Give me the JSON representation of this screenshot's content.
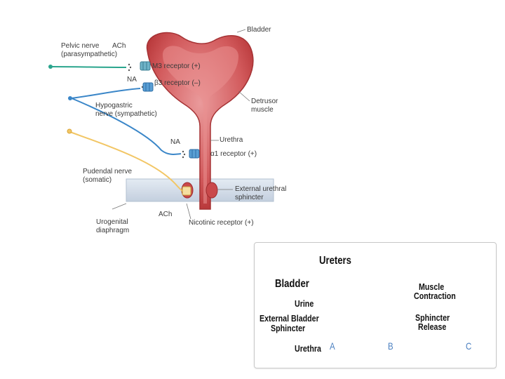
{
  "top_figure": {
    "labels": {
      "bladder": "Bladder",
      "pelvic_nerve": "Pelvic nerve",
      "parasympathetic": "(parasympathetic)",
      "ach_top": "ACh",
      "m3_receptor": "M3 receptor (+)",
      "na_top": "NA",
      "beta3_receptor": "β3 receptor (–)",
      "hypogastric": "Hypogastric",
      "sympathetic": "nerve (sympathetic)",
      "detrusor": "Detrusor",
      "muscle": "muscle",
      "na_mid": "NA",
      "urethra": "Urethra",
      "alpha1_receptor": "α1 receptor (+)",
      "pudendal": "Pudendal nerve",
      "somatic": "(somatic)",
      "external_urethral": "External urethral",
      "sphincter": "sphincter",
      "ach_bottom": "ACh",
      "urogenital": "Urogenital",
      "diaphragm": "diaphragm",
      "nicotinic_receptor": "Nicotinic receptor (+)"
    },
    "colors": {
      "bladder": "#c9484a",
      "bladder_light": "#e6898a",
      "parasympathetic_nerve": "#2aa58d",
      "sympathetic_nerve": "#3a86c8",
      "somatic_nerve": "#f2c665",
      "diaphragm": "#c9d5e3",
      "receptor": "#5a9fd4"
    }
  },
  "bottom_figure": {
    "labels": {
      "ureters": "Ureters",
      "bladder": "Bladder",
      "urine": "Urine",
      "external_bladder": "External Bladder",
      "sphincter": "Sphincter",
      "urethra": "Urethra",
      "muscle": "Muscle",
      "contraction": "Contraction",
      "sphincter2": "Sphincter",
      "release": "Release",
      "panel_a": "A",
      "panel_b": "B",
      "panel_c": "C"
    },
    "colors": {
      "panel_letter": "#4a7fc0",
      "urine": "#f7eeb3",
      "bladder_wall": "#d97a7c",
      "arrow_red": "#d42a2a",
      "arrow_green": "#2e9a3a",
      "arrow_blue": "#4a90d0"
    }
  }
}
